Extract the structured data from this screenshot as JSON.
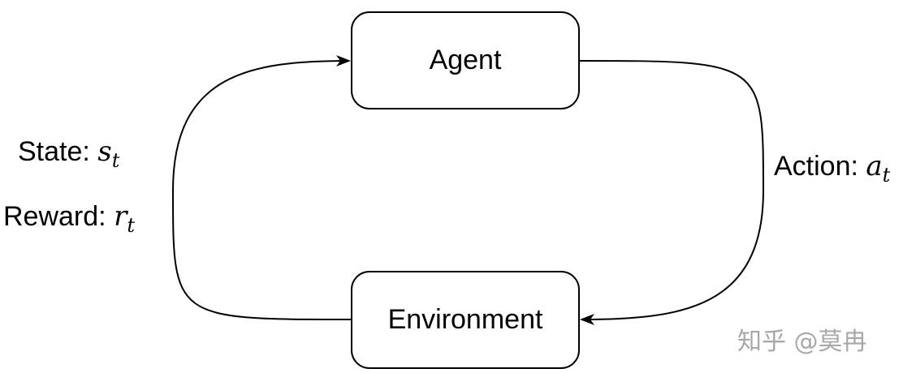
{
  "nodes": {
    "agent": {
      "label": "Agent"
    },
    "environment": {
      "label": "Environment"
    }
  },
  "edges": {
    "state": {
      "text": "State: ",
      "var": "s",
      "sub": "t"
    },
    "reward": {
      "text": "Reward: ",
      "var": "r",
      "sub": "t"
    },
    "action": {
      "text": "Action: ",
      "var": "a",
      "sub": "t"
    }
  },
  "watermark": "知乎 @莫冉",
  "colors": {
    "stroke": "#000000",
    "watermark": "#9a9a9a"
  }
}
